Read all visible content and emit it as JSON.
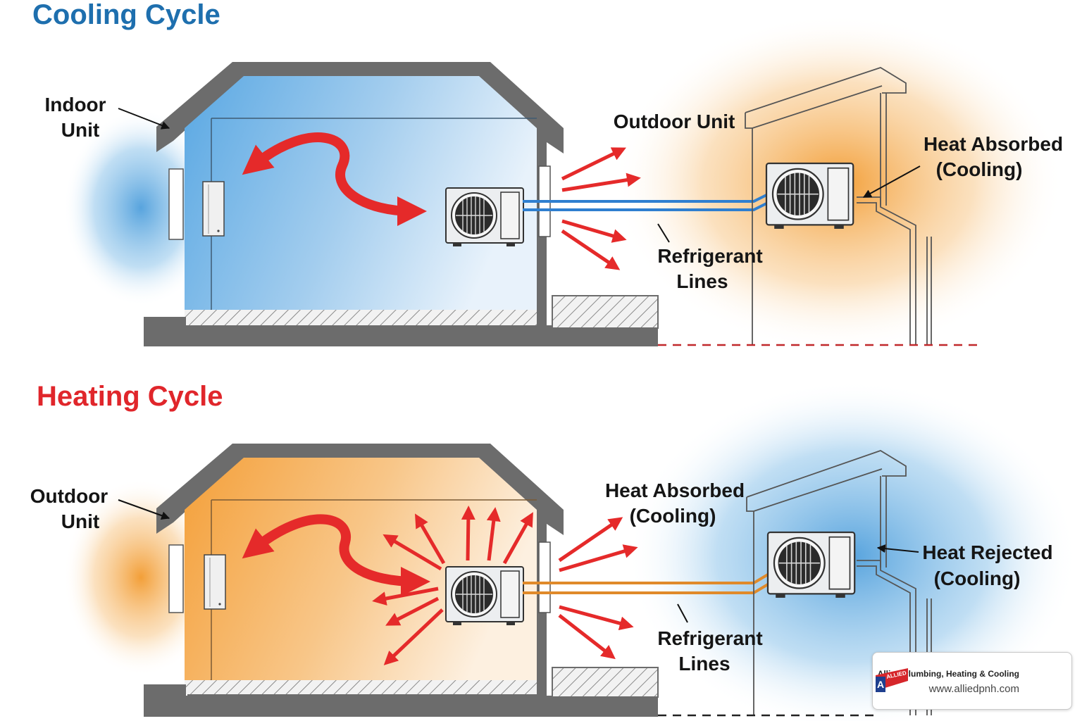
{
  "colors": {
    "cool_blue": "#1e6fae",
    "heat_red": "#e0262b",
    "arrow_red": "#e52a2a",
    "glow_blue": "#5aa8e0",
    "glow_orange": "#f29a2e",
    "wall_gray": "#6c6c6c",
    "line_blue": "#2f7fd0",
    "line_orange": "#e08a2a"
  },
  "cooling": {
    "title": "Cooling Cycle",
    "indoor_label_1": "Indoor",
    "indoor_label_2": "Unit",
    "outdoor_unit_label": "Outdoor Unit",
    "heat_absorbed_1": "Heat Absorbed",
    "heat_absorbed_2": "(Cooling)",
    "refrigerant_1": "Refrigerant",
    "refrigerant_2": "Lines"
  },
  "heating": {
    "title": "Heating Cycle",
    "outdoor_label_1": "Outdoor",
    "outdoor_label_2": "Unit",
    "heat_absorbed_1": "Heat Absorbed",
    "heat_absorbed_2": "(Cooling)",
    "heat_rejected_1": "Heat Rejected",
    "heat_rejected_2": "(Cooling)",
    "refrigerant_1": "Refrigerant",
    "refrigerant_2": "Lines"
  },
  "brand": {
    "name": "Allied Plumbing, Heating & Cooling",
    "url": "www.alliedpnh.com",
    "logo_text": "ALLIED",
    "logo_initial": "A"
  },
  "icons": [
    "indoor-unit-icon",
    "outdoor-unit-icon",
    "fan-icon",
    "heat-flow-arrow-icon",
    "refrigerant-line-icon"
  ]
}
